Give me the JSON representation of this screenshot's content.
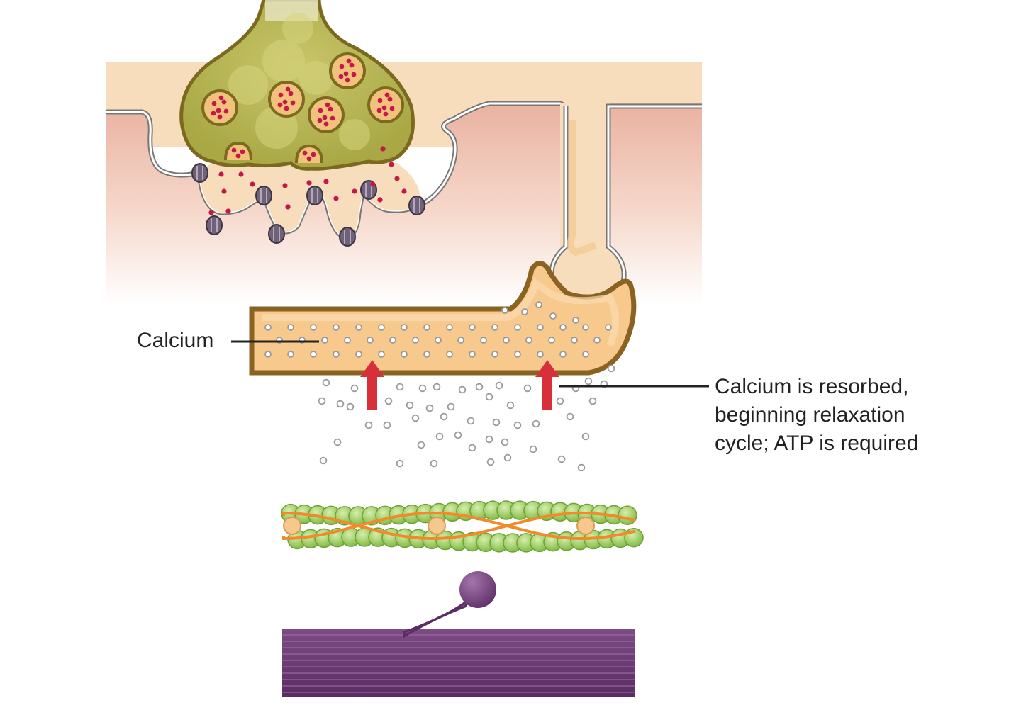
{
  "labels": {
    "calcium": "Calcium",
    "resorbed_lines": [
      "Calcium is resorbed,",
      "beginning relaxation",
      "cycle; ATP is required"
    ]
  },
  "colors": {
    "extracellular": "#f6dcb8",
    "sarcoplasm_top": "#eeb7a3",
    "axon_terminal": "#b3b24e",
    "axon_outline": "#7c6a1e",
    "vesicle_fill": "#f2c27d",
    "acetylcholine": "#c4184a",
    "receptor": "#6f6278",
    "sarcoplasmic_reticulum": "#f8c98c",
    "sr_outline": "#8a6323",
    "calcium_ion": "#ffffff",
    "calcium_outline": "#9a9a9a",
    "arrow": "#d8303a",
    "actin": "#9ccc55",
    "tropomyosin": "#f08a2a",
    "troponin": "#f6c88e",
    "myosin": "#6a3a72",
    "myosin_head": "#7c4584"
  },
  "icons": {
    "arrows": "red-up-arrow",
    "ions": "calcium-ion-dot"
  }
}
